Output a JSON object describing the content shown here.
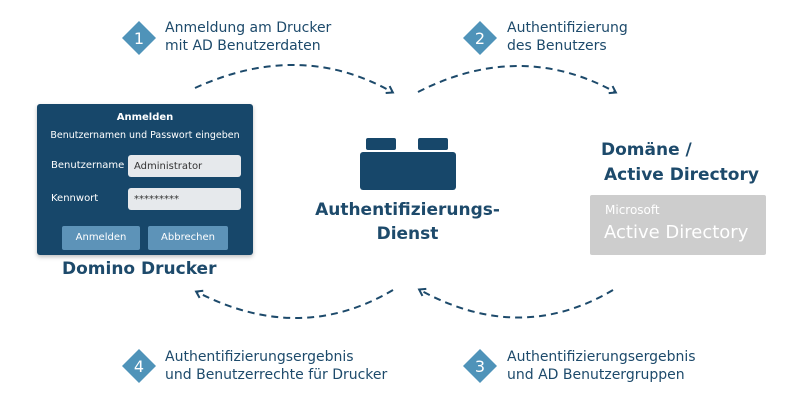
{
  "steps": [
    {
      "number": "1",
      "line1": "Anmeldung am Drucker",
      "line2": "mit AD Benutzerdaten"
    },
    {
      "number": "2",
      "line1": "Authentifizierung",
      "line2": "des Benutzers"
    },
    {
      "number": "3",
      "line1": "Authentifizierungsergebnis",
      "line2": "und AD Benutzergruppen"
    },
    {
      "number": "4",
      "line1": "Authentifizierungsergebnis",
      "line2": "und Benutzerrechte für Drucker"
    }
  ],
  "login_panel": {
    "title": "Anmelden",
    "subtitle": "Benutzernamen und Passwort eingeben",
    "username_label": "Benutzername",
    "username_value": "Administrator",
    "password_label": "Kennwort",
    "password_value": "*********",
    "login_button": "Anmelden",
    "cancel_button": "Abbrechen"
  },
  "printer_label": "Domino Drucker",
  "service_label_line1": "Authentifizierungs-",
  "service_label_line2": "Dienst",
  "domain_label_line1": "Domäne /",
  "domain_label_line2": "Active Directory",
  "ad_box": {
    "small": "Microsoft",
    "large": "Active Directory"
  },
  "colors": {
    "primary": "#17476a",
    "accent": "#4f93b9",
    "button": "#5d93b8",
    "ad_box": "#cdcdcd"
  }
}
